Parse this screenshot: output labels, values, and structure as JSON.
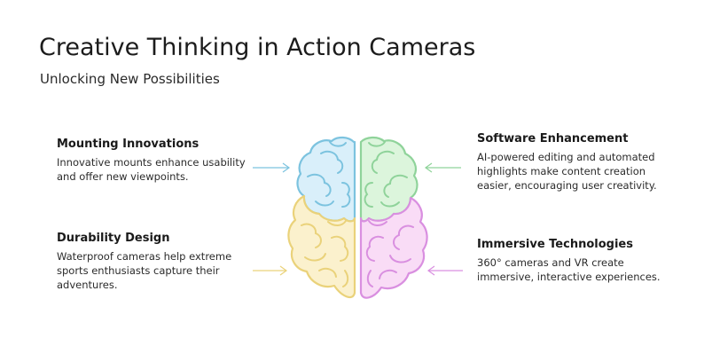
{
  "header": {
    "title": "Creative Thinking in Action Cameras",
    "subtitle": "Unlocking New Possibilities"
  },
  "items": [
    {
      "key": "mounting",
      "heading": "Mounting Innovations",
      "description": "Innovative mounts enhance usability and offer new viewpoints.",
      "color": "#7cc3df"
    },
    {
      "key": "durability",
      "heading": "Durability Design",
      "description": "Waterproof cameras help extreme sports enthusiasts capture their adventures.",
      "color": "#ead27a"
    },
    {
      "key": "software",
      "heading": "Software Enhancement",
      "description": "AI-powered editing and automated highlights make content creation easier, encouraging user creativity.",
      "color": "#8fd39a"
    },
    {
      "key": "immersive",
      "heading": "Immersive Technologies",
      "description": "360° cameras and VR create immersive, interactive experiences.",
      "color": "#d98fe0"
    }
  ],
  "brain": {
    "quadrants": {
      "top_left": {
        "fill": "#d9effa",
        "stroke": "#7cc3df"
      },
      "top_right": {
        "fill": "#dcf5dc",
        "stroke": "#8fd39a"
      },
      "bottom_left": {
        "fill": "#fbf1cd",
        "stroke": "#ead27a"
      },
      "bottom_right": {
        "fill": "#f9dcf6",
        "stroke": "#d98fe0"
      }
    }
  }
}
